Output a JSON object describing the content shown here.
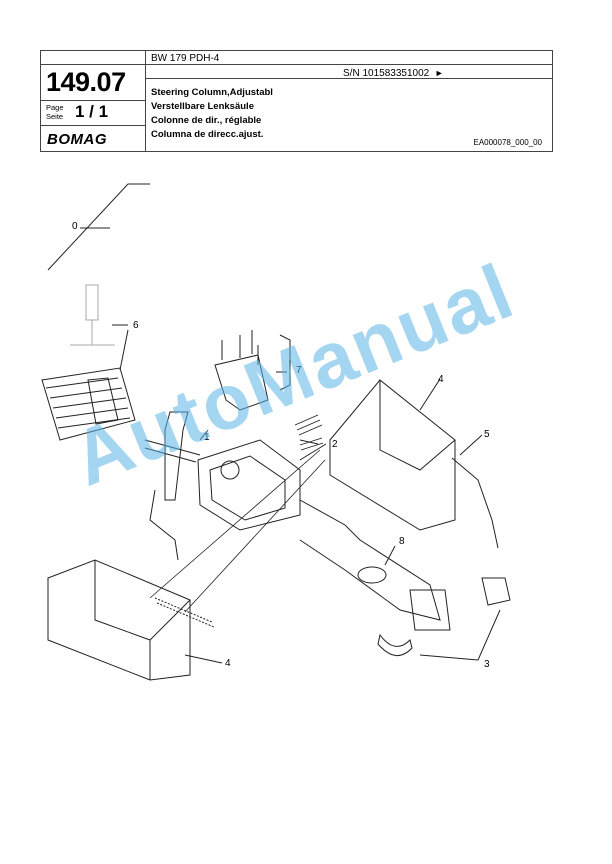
{
  "header": {
    "model": "BW 179 PDH-4",
    "serial": "S/N 101583351002",
    "serial_arrow": "►",
    "section_number": "149.07",
    "page_label_1": "Page",
    "page_label_2": "Seite",
    "page_value": "1 / 1",
    "brand": "BOMAG",
    "titles": [
      "Steering Column,Adjustabl",
      "Verstellbare Lenksäule",
      "Colonne de dir., réglable",
      "Columna de direcc.ajust."
    ],
    "doc_id": "EA000078_000_00"
  },
  "callouts": [
    "0",
    "1",
    "2",
    "3",
    "4",
    "4",
    "5",
    "6",
    "7",
    "8"
  ],
  "watermark": "AutoManual"
}
